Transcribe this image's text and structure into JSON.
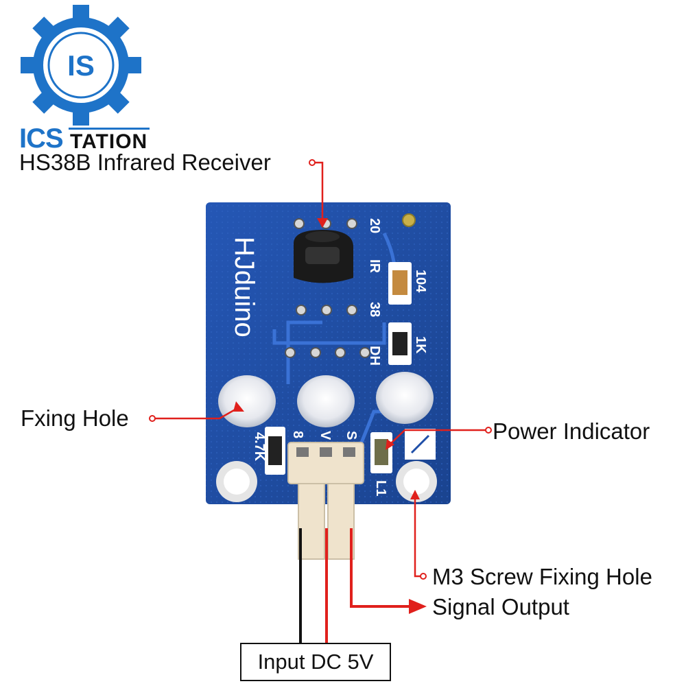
{
  "brand": {
    "logo_letters": "IS",
    "name_part1": "ICS",
    "name_part2": "TATION"
  },
  "board": {
    "silkscreen_vertical": "HJduino",
    "silkscreen_marks": [
      "20",
      "IR",
      "38",
      "DH",
      "104",
      "1K",
      "4.7K",
      "8",
      "V",
      "S",
      "L1"
    ]
  },
  "callouts": {
    "receiver": "HS38B Infrared Receiver",
    "fixing_hole": "Fxing Hole",
    "power_indicator": "Power Indicator",
    "screw_hole": "M3 Screw Fixing Hole",
    "signal_output": "Signal Output",
    "input": "Input DC 5V"
  },
  "colors": {
    "pcb_blue": "#1f4fa8",
    "logo_blue": "#1e73c8",
    "callout_red": "#e0201c",
    "connector_cream": "#efe3cc"
  }
}
